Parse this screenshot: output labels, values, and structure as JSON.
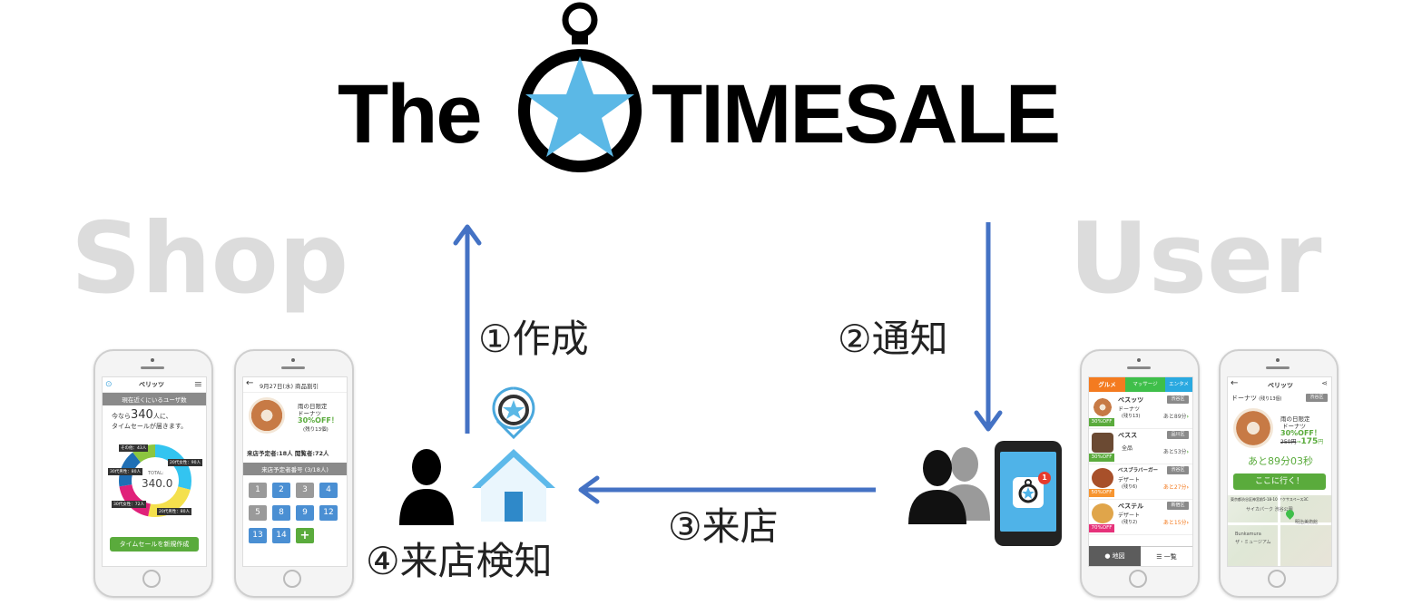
{
  "logo": {
    "left": "The",
    "right": "TIMESALE"
  },
  "sides": {
    "shop": "Shop",
    "user": "User"
  },
  "steps": {
    "create": "①作成",
    "notify": "②通知",
    "visit": "③来店",
    "detect": "④来店検知"
  },
  "colors": {
    "arrow": "#4472c4",
    "star": "#5bb8e6",
    "side_text": "#dcdcdc"
  },
  "shop_phone1": {
    "title": "ベリッツ",
    "bar": "現在近くにいるユーザ数",
    "line1_pre": "今なら",
    "line1_num": "340",
    "line1_post": "人に、",
    "line2": "タイムセールが届きます。",
    "center_label": "TOTAL:",
    "center_value": "340.0",
    "labels": {
      "other": "その他：43人",
      "f20": "20代女性：90人",
      "m30": "30代男性：80人",
      "f30": "30代女性：72人",
      "m20": "20代男性：80人"
    },
    "button": "タイムセールを新規作成"
  },
  "shop_phone2": {
    "header": "9月27日(水) 商品割引",
    "desc1": "雨の日限定",
    "desc2": "ドーナツ",
    "discount": "30%OFF！",
    "remain": "(残り13個)",
    "stats": "来店予定者:18人 閲覧者:72人",
    "bar": "来店予定者番号 (3/18人)",
    "keys": [
      "1",
      "2",
      "3",
      "4",
      "5",
      "8",
      "9",
      "12",
      "13",
      "14",
      "+"
    ]
  },
  "user_phone1": {
    "tabs": [
      "グルメ",
      "マッサージ",
      "エンタメ"
    ],
    "items": [
      {
        "name": "ベスッツ",
        "sub1": "ドーナツ",
        "sub2": "(残り13)",
        "area": "渋谷区",
        "time": "あと89分",
        "off": "30%OFF"
      },
      {
        "name": "ベスス",
        "sub1": "全品",
        "sub2": "",
        "area": "品川区",
        "time": "あと53分",
        "off": "30%OFF"
      },
      {
        "name": "ベスブラバーガー",
        "sub1": "デザート",
        "sub2": "(残り6)",
        "area": "渋谷区",
        "time": "あと27分",
        "off": "50%OFF"
      },
      {
        "name": "ベステル",
        "sub1": "デザート",
        "sub2": "(残り2)",
        "area": "新宿区",
        "time": "あと15分",
        "off": "70%OFF"
      }
    ],
    "bottom": {
      "map": "地図",
      "list": "一覧"
    }
  },
  "user_phone2": {
    "title": "ベリッツ",
    "product": "ドーナツ",
    "remain": "(残り13個)",
    "area": "渋谷区",
    "desc1": "雨の日限定",
    "desc2": "ドーナツ",
    "discount": "30%OFF！",
    "old_price": "250円",
    "arrow": "⇒",
    "new_price": "175",
    "yen": "円",
    "countdown": "あと89分03秒",
    "button": "ここに行く！",
    "map_addr": "東京都渋谷区神宮前5-18-10 ケクサスペース3C",
    "map_labels": [
      "サイカパーク 渋谷公園",
      "Bunkamura",
      "ザ・ミュージアム",
      "明治美術館"
    ]
  },
  "badge_count": "1"
}
